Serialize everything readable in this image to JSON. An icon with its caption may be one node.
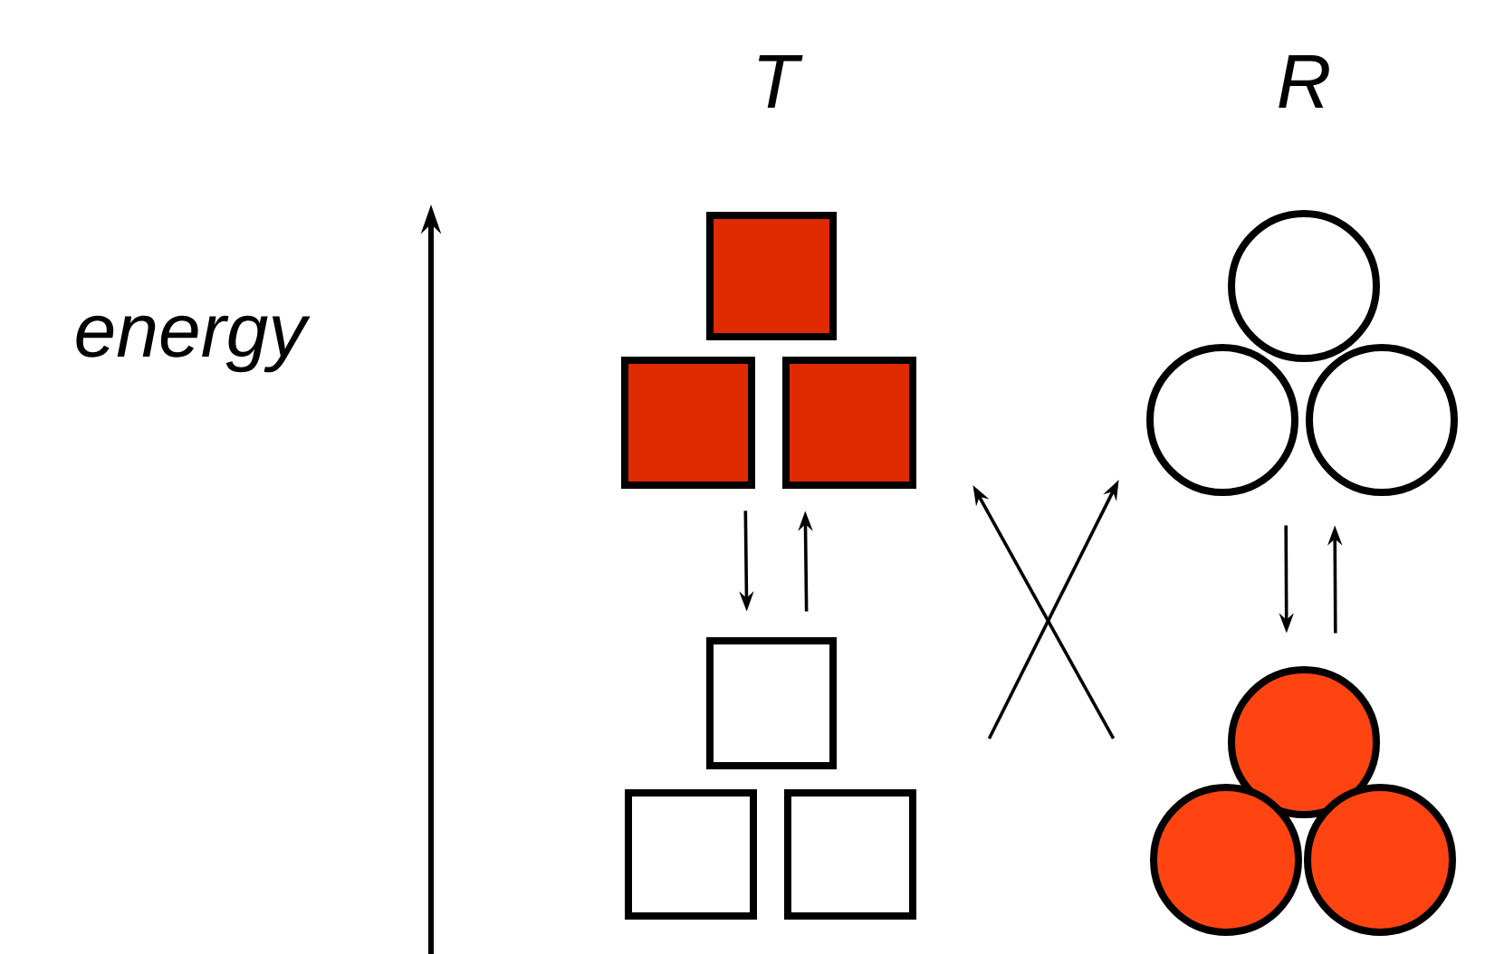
{
  "diagram": {
    "nodes": [
      {
        "text": [],
        "shape": "box"
      },
      {
        "text": [],
        "shape": "box"
      },
      {
        "text": [],
        "shape": "circle"
      },
      {
        "text": [],
        "shape": "circle"
      }
    ],
    "edges": [
      {
        "from": 0,
        "to": 1,
        "arrow": "to"
      },
      {
        "from": 1,
        "to": 0,
        "arrow": "to"
      },
      {
        "from": 2,
        "to": 3,
        "arrow": "to"
      },
      {
        "from": 3,
        "to": 2,
        "arrow": "to"
      },
      {
        "from": 1,
        "to": 2,
        "arrow": "to"
      },
      {
        "from": 3,
        "to": 0,
        "arrow": "to"
      }
    ],
    "labels": [
      "T",
      "R",
      "energy"
    ]
  }
}
